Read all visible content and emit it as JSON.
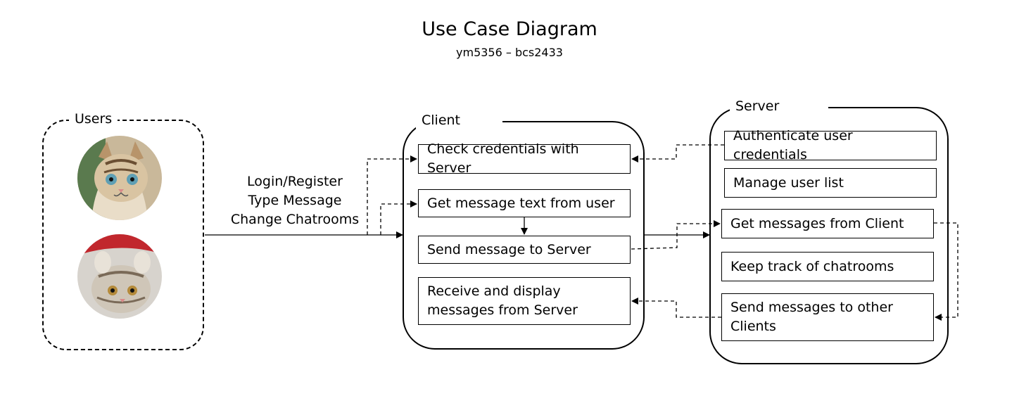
{
  "diagram": {
    "title": "Use Case Diagram",
    "subtitle": "ym5356 – bcs2433",
    "actors": {
      "label": "Users",
      "avatars": [
        "cat-icon",
        "cat-icon"
      ]
    },
    "actions": [
      "Login/Register",
      "Type Message",
      "Change Chatrooms"
    ],
    "client": {
      "label": "Client",
      "use_cases": [
        "Check credentials with Server",
        "Get message text from user",
        "Send message to Server",
        "Receive and display messages from Server"
      ]
    },
    "server": {
      "label": "Server",
      "use_cases": [
        "Authenticate user credentials",
        "Manage user list",
        "Get messages from Client",
        "Keep track of chatrooms",
        "Send messages to other Clients"
      ]
    }
  }
}
